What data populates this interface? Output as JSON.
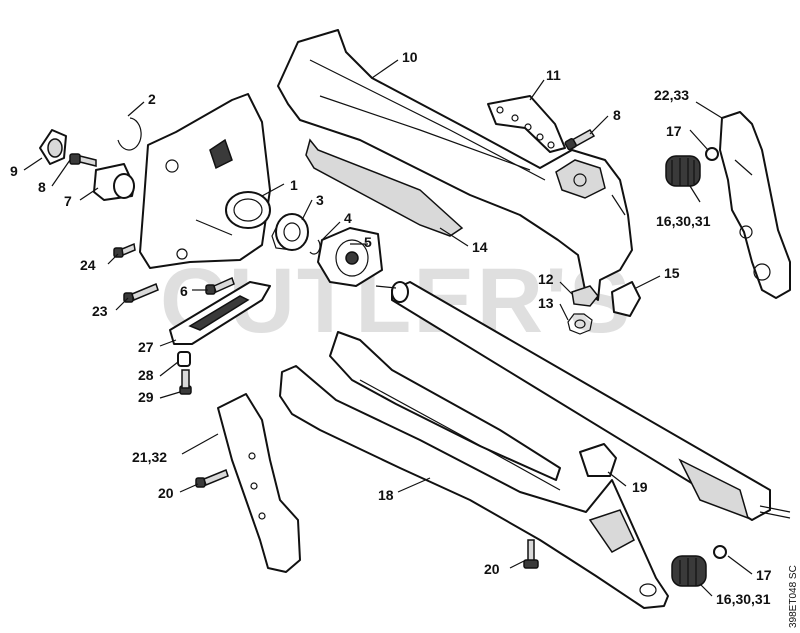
{
  "watermark": "CUTLER'S",
  "reference_code": "398ET048 SC",
  "callouts": {
    "c1": "1",
    "c2": "2",
    "c3": "3",
    "c4": "4",
    "c5": "5",
    "c6": "6",
    "c7": "7",
    "c8a": "8",
    "c8b": "8",
    "c9": "9",
    "c10": "10",
    "c11": "11",
    "c12": "12",
    "c13": "13",
    "c14": "14",
    "c15": "15",
    "c16a": "16,30,31",
    "c16b": "16,30,31",
    "c17a": "17",
    "c17b": "17",
    "c18": "18",
    "c19": "19",
    "c20a": "20",
    "c20b": "20",
    "c21": "21,32",
    "c22": "22,33",
    "c23": "23",
    "c24": "24",
    "c27": "27",
    "c28": "28",
    "c29": "29"
  }
}
